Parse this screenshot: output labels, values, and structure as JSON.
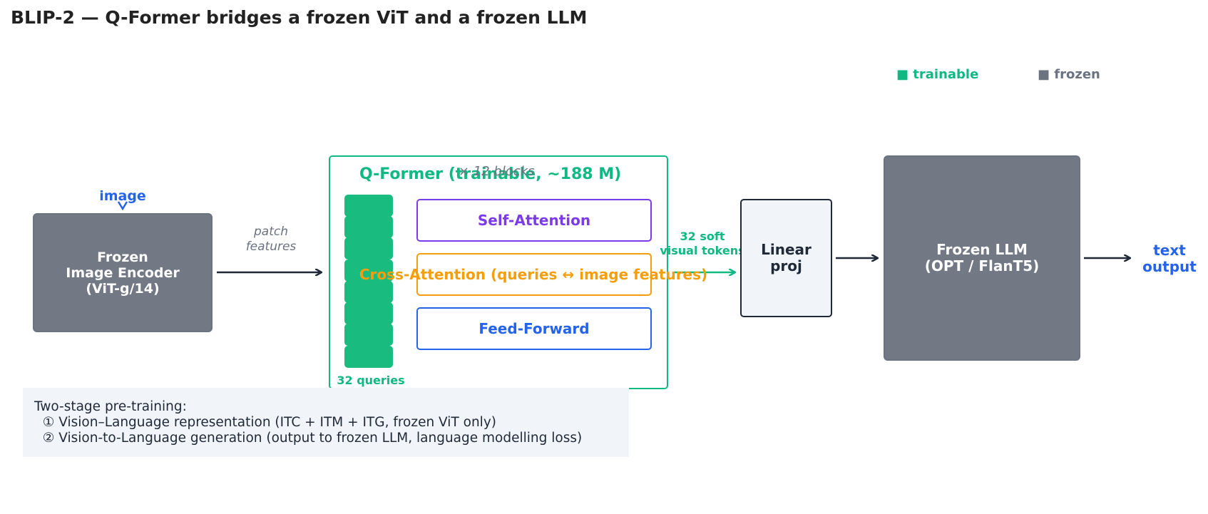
{
  "title": "BLIP-2 — Q-Former bridges a frozen ViT and a frozen LLM",
  "legend": {
    "trainable": "■ trainable",
    "frozen": "■ frozen"
  },
  "colors": {
    "trainable": "#10b981",
    "frozen": "#6b7280",
    "self_attention": "#7c3aed",
    "cross_attention": "#f59e0b",
    "feed_forward": "#2563eb",
    "io_text": "#2563eb",
    "arrow": "#1f2937"
  },
  "input": {
    "label": "image"
  },
  "image_encoder": {
    "label": "Frozen\nImage Encoder\n(ViT-g/14)"
  },
  "patch_features": {
    "label": "patch\nfeatures"
  },
  "qformer": {
    "title": "Q-Former  (trainable, ~188 M)",
    "blocks": "× 12 blocks",
    "queries_label": "32 queries",
    "layers": [
      "Self-Attention",
      "Cross-Attention  (queries ↔ image features)",
      "Feed-Forward"
    ]
  },
  "soft_tokens": {
    "label": "32 soft\nvisual tokens"
  },
  "linear_proj": {
    "label": "Linear\nproj"
  },
  "llm": {
    "label": "Frozen LLM\n(OPT / FlanT5)"
  },
  "output": {
    "label": "text\noutput"
  },
  "note": {
    "heading": "Two-stage pre-training:",
    "stages": [
      "  ① Vision–Language representation (ITC + ITM + ITG, frozen ViT only)",
      "  ② Vision-to-Language generation (output to frozen LLM, language modelling loss)"
    ]
  }
}
